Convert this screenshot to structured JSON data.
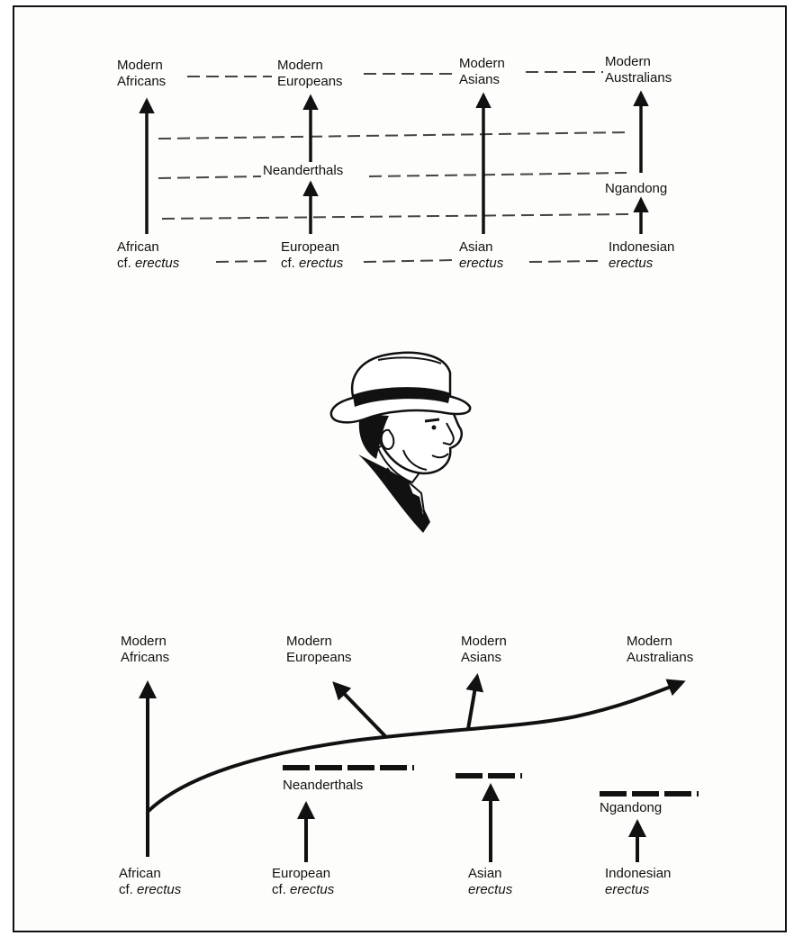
{
  "top_diagram": {
    "modern": [
      {
        "line1": "Modern",
        "line2": "Africans"
      },
      {
        "line1": "Modern",
        "line2": "Europeans"
      },
      {
        "line1": "Modern",
        "line2": "Asians"
      },
      {
        "line1": "Modern",
        "line2": "Australians"
      }
    ],
    "ancestors": [
      {
        "line1": "African",
        "line2a": "cf. ",
        "line2b": "erectus"
      },
      {
        "line1": "European",
        "line2a": "cf. ",
        "line2b": "erectus"
      },
      {
        "line1": "Asian",
        "line2a": "",
        "line2b": "erectus"
      },
      {
        "line1": "Indonesian",
        "line2a": "",
        "line2b": "erectus"
      }
    ],
    "intermediates": {
      "neanderthals": "Neanderthals",
      "ngandong": "Ngandong"
    }
  },
  "portrait": {
    "icon": "man-in-hat-portrait"
  },
  "bottom_diagram": {
    "modern": [
      {
        "line1": "Modern",
        "line2": "Africans"
      },
      {
        "line1": "Modern",
        "line2": "Europeans"
      },
      {
        "line1": "Modern",
        "line2": "Asians"
      },
      {
        "line1": "Modern",
        "line2": "Australians"
      }
    ],
    "ancestors": [
      {
        "line1": "African",
        "line2a": "cf. ",
        "line2b": "erectus"
      },
      {
        "line1": "European",
        "line2a": "cf. ",
        "line2b": "erectus"
      },
      {
        "line1": "Asian",
        "line2a": "",
        "line2b": "erectus"
      },
      {
        "line1": "Indonesian",
        "line2a": "",
        "line2b": "erectus"
      }
    ],
    "intermediates": {
      "neanderthals": "Neanderthals",
      "ngandong": "Ngandong"
    }
  },
  "colors": {
    "ink": "#111111",
    "dash": "#444444",
    "paper": "#fdfdfb"
  }
}
